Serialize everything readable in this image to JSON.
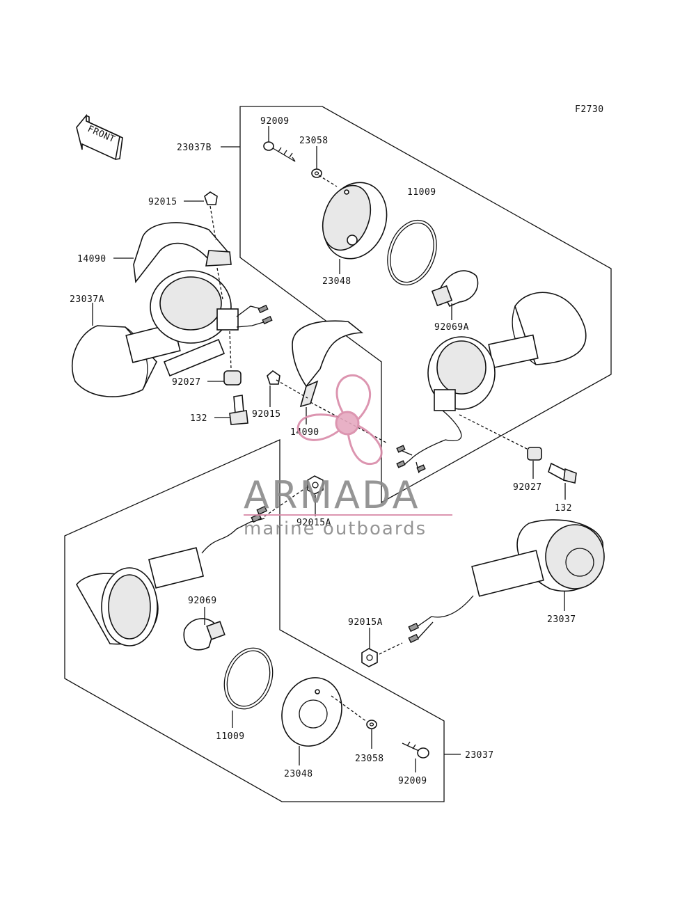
{
  "figure_code": "F2730",
  "front_label": "FRONT",
  "watermark": {
    "brand": "ARMADA",
    "tagline": "marine outboards",
    "color": "#d98aa8",
    "text_color": "#8a8a8a"
  },
  "part_labels": {
    "p23037b": "23037B",
    "p92009_top": "92009",
    "p23058_top": "23058",
    "p11009_top": "11009",
    "p23048_top": "23048",
    "p92069a": "92069A",
    "p92015_top": "92015",
    "p14090_left": "14090",
    "p23037a": "23037A",
    "p92027_left": "92027",
    "p132_left": "132",
    "p92015_mid": "92015",
    "p14090_mid": "14090",
    "p92027_right": "92027",
    "p132_right": "132",
    "p92015a_mid": "92015A",
    "p23037_right": "23037",
    "p92069": "92069",
    "p92015a_low": "92015A",
    "p11009_low": "11009",
    "p23048_low": "23048",
    "p23058_low": "23058",
    "p92009_low": "92009",
    "p23037_low": "23037"
  }
}
